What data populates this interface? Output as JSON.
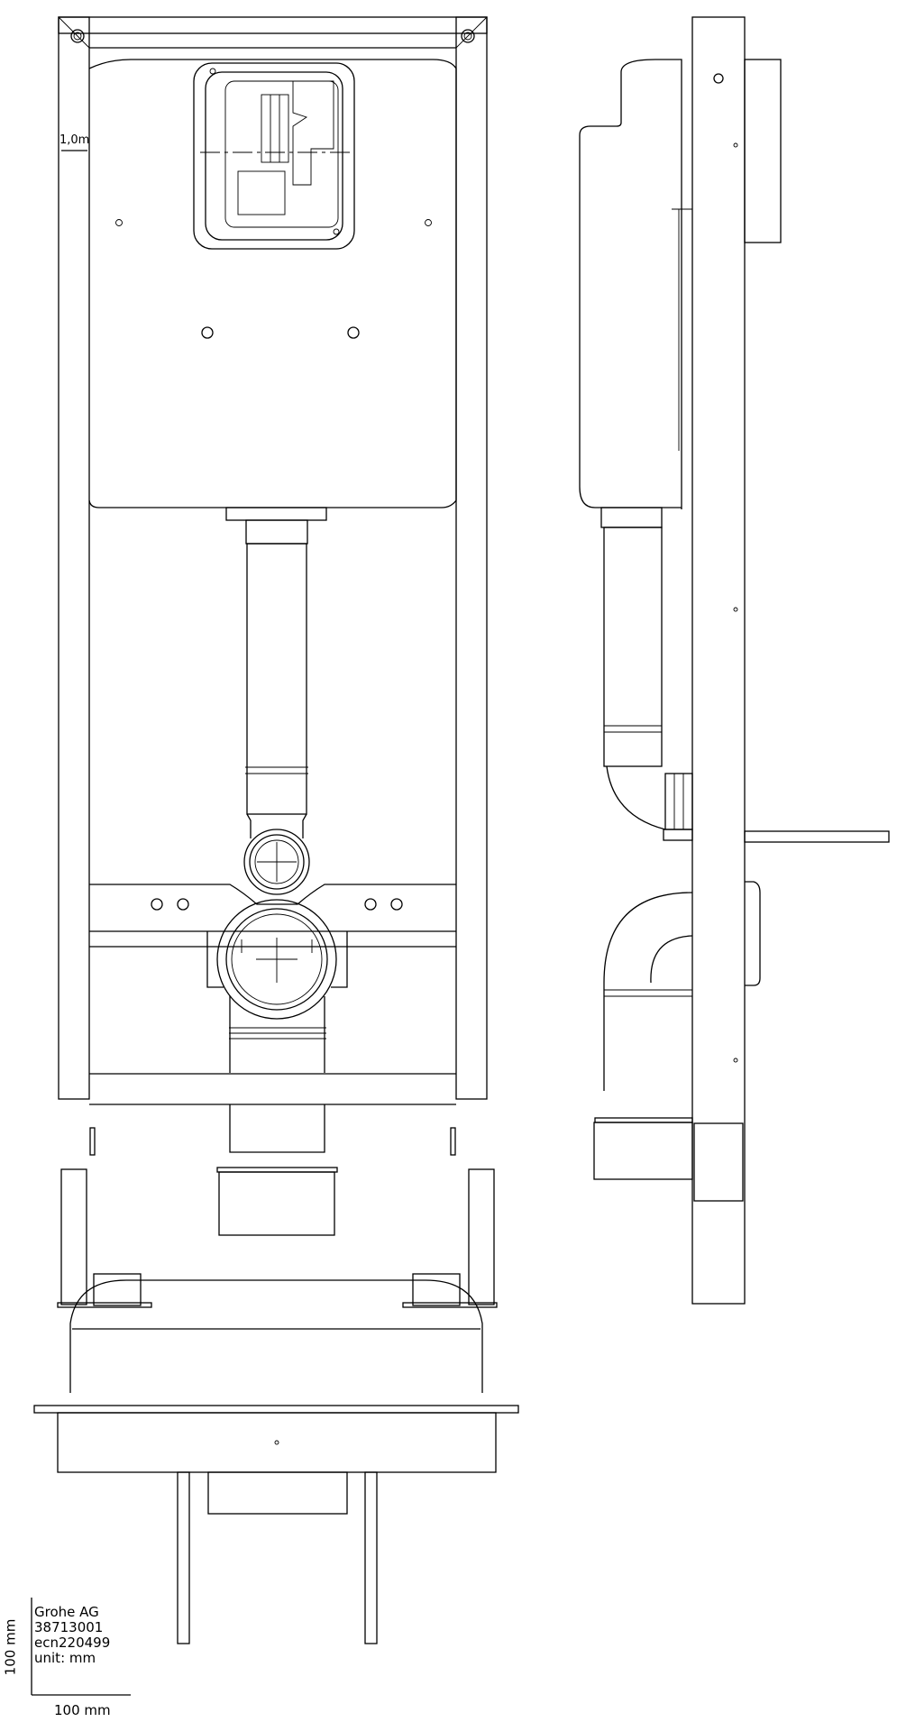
{
  "drawing": {
    "manufacturer": "Grohe AG",
    "article_number": "38713001",
    "ecn": "ecn220499",
    "unit_label": "unit:  mm",
    "scale_vertical": "100  mm",
    "scale_horizontal": "100  mm",
    "height_mark": "1,0m",
    "views": [
      "front-elevation",
      "side-elevation",
      "top-plan"
    ],
    "line_color": "#000000",
    "background": "#ffffff"
  }
}
